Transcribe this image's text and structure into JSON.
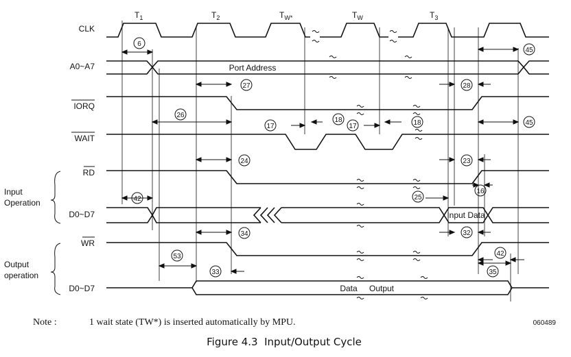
{
  "figure": {
    "caption": "Figure 4.3  Input/Output Cycle",
    "note_label": "Note :",
    "note_text": "1 wait state (TW*) is inserted automatically by MPU.",
    "code": "060489"
  },
  "states": [
    {
      "name": "T",
      "sub": "1"
    },
    {
      "name": "T",
      "sub": "2"
    },
    {
      "name": "T",
      "sub": "W*"
    },
    {
      "name": "T",
      "sub": "W"
    },
    {
      "name": "T",
      "sub": "3"
    }
  ],
  "signals": {
    "clk": "CLK",
    "addr": "A0~A7",
    "iorq": "IORQ",
    "wait": "WAIT",
    "rd": "RD",
    "d_in": "D0~D7",
    "wr": "WR",
    "d_out": "D0~D7"
  },
  "groups": {
    "input_line1": "Input",
    "input_line2": "Operation",
    "output_line1": "Output",
    "output_line2": "operation"
  },
  "bus_labels": {
    "port_address": "Port Address",
    "input_data": "Input Data",
    "data": "Data",
    "output": "Output"
  },
  "timing_params": [
    "6",
    "45",
    "27",
    "28",
    "26",
    "45",
    "17",
    "18",
    "17",
    "18",
    "24",
    "23",
    "25",
    "16",
    "42",
    "32",
    "34",
    "53",
    "42",
    "33",
    "35"
  ]
}
